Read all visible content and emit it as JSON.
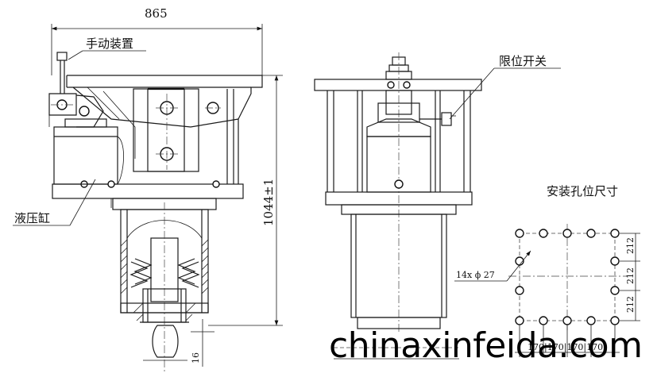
{
  "labels": {
    "manual_device": "手动装置",
    "hydraulic_cylinder": "液压缸",
    "limit_switch": "限位开关",
    "mounting_hole_dimensions": "安装孔位尺寸"
  },
  "dimensions": {
    "overall_width": "865",
    "overall_height": "1044±1",
    "bottom_offset": "16",
    "hole_spec": "14x ϕ 27",
    "hole_pitch_v_1": "212",
    "hole_pitch_v_2": "212",
    "hole_pitch_v_3": "212",
    "hole_pitch_h": "170|170|170|170"
  },
  "watermark": "chinaxinfeida.com"
}
